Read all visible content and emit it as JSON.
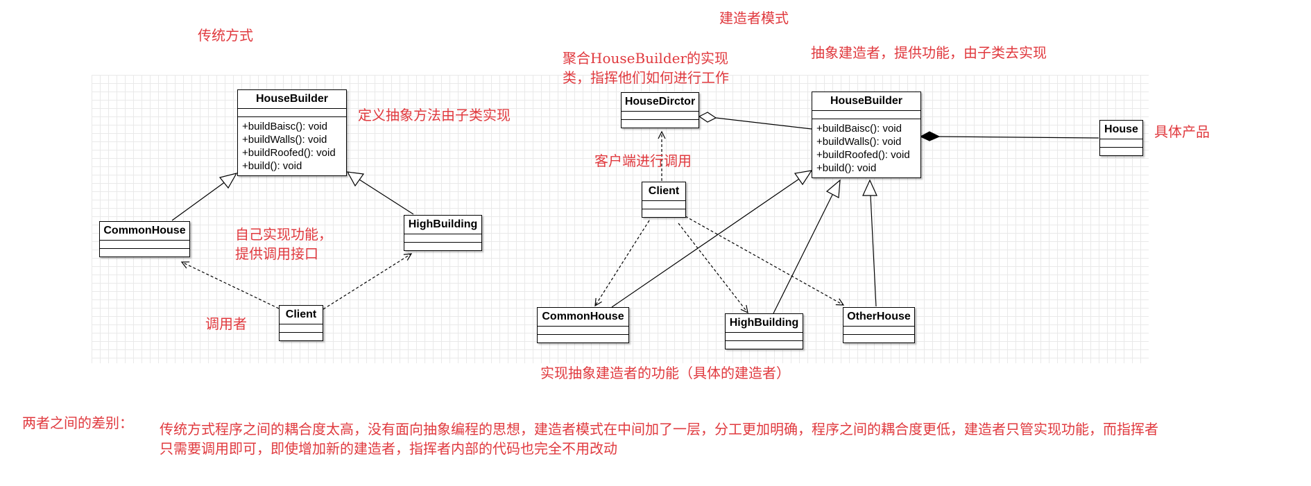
{
  "colors": {
    "annotation": "#e0393e",
    "line": "#000000",
    "grid": "#e9e9e9"
  },
  "left_title": "传统方式",
  "right_title": "建造者模式",
  "left": {
    "housebuilder": {
      "name": "HouseBuilder",
      "methods": [
        "+buildBaisc(): void",
        "+buildWalls(): void",
        "+buildRoofed(): void",
        "+build(): void"
      ]
    },
    "commonhouse": "CommonHouse",
    "highbuilding": "HighBuilding",
    "client": "Client",
    "note_abstract": "定义抽象方法由子类实现",
    "note_self_line1": "自己实现功能，",
    "note_self_line2": "提供调用接口",
    "note_caller": "调用者"
  },
  "right": {
    "director": "HouseDirctor",
    "housebuilder": {
      "name": "HouseBuilder",
      "methods": [
        "+buildBaisc(): void",
        "+buildWalls(): void",
        "+buildRoofed(): void",
        "+build(): void"
      ]
    },
    "house": "House",
    "client": "Client",
    "commonhouse": "CommonHouse",
    "highbuilding": "HighBuilding",
    "otherhouse": "OtherHouse",
    "note_aggregate_line1": "聚合HouseBuilder的实现",
    "note_aggregate_line2": "类，指挥他们如何进行工作",
    "note_abstract_builder": "抽象建造者，提供功能，由子类去实现",
    "note_product": "具体产品",
    "note_client": "客户端进行调用",
    "note_concrete": "实现抽象建造者的功能（具体的建造者）"
  },
  "difference": {
    "label": "两者之间的差别：",
    "line1": "传统方式程序之间的耦合度太高，没有面向抽象编程的思想，建造者模式在中间加了一层，分工更加明确，程序之间的耦合度更低，建造者只管实现功能，而指挥者",
    "line2": "只需要调用即可，即使增加新的建造者，指挥者内部的代码也完全不用改动"
  }
}
